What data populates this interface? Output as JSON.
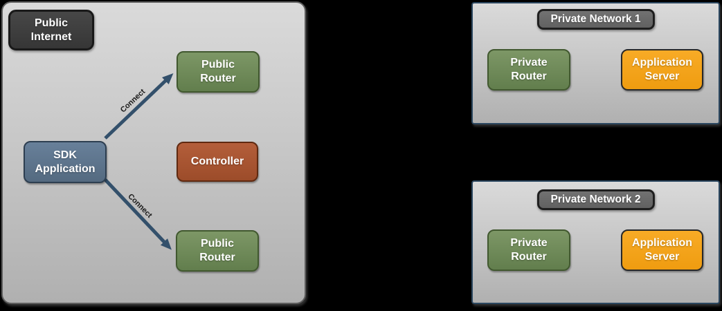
{
  "public_internet": {
    "label": "Public\nInternet",
    "nodes": {
      "public_router_top": {
        "label": "Public\nRouter"
      },
      "sdk_application": {
        "label": "SDK\nApplication"
      },
      "controller": {
        "label": "Controller"
      },
      "public_router_bottom": {
        "label": "Public\nRouter"
      }
    },
    "edges": [
      {
        "label": "Connect",
        "from": "sdk_application",
        "to": "public_router_top"
      },
      {
        "label": "Connect",
        "from": "sdk_application",
        "to": "public_router_bottom"
      }
    ]
  },
  "private_networks": [
    {
      "title": "Private Network 1",
      "nodes": {
        "private_router": {
          "label": "Private\nRouter"
        },
        "application_server": {
          "label": "Application\nServer"
        }
      }
    },
    {
      "title": "Private Network 2",
      "nodes": {
        "private_router": {
          "label": "Private\nRouter"
        },
        "application_server": {
          "label": "Application\nServer"
        }
      }
    }
  ],
  "colors": {
    "canvas_background": "#000000",
    "zone_fill_top": "#dadada",
    "zone_fill_bottom": "#b0b0b0",
    "internet_zone_border": "#5e5e5e",
    "network_zone_border": "#2b4760",
    "internet_badge_fill": "#3d3d3d",
    "network_badge_fill": "#6a6a6a",
    "badge_border": "#1c1c1c",
    "router_green": "#6f8c5a",
    "router_green_border": "#41582f",
    "sdk_slate": "#5e7389",
    "sdk_slate_border": "#2d3e50",
    "controller_rust": "#a85431",
    "controller_rust_border": "#5f2910",
    "server_orange": "#f5a41f",
    "server_orange_border": "#282828",
    "arrow": "#33506b",
    "edge_label_text": "#1a1a1a",
    "node_text": "#ffffff"
  }
}
